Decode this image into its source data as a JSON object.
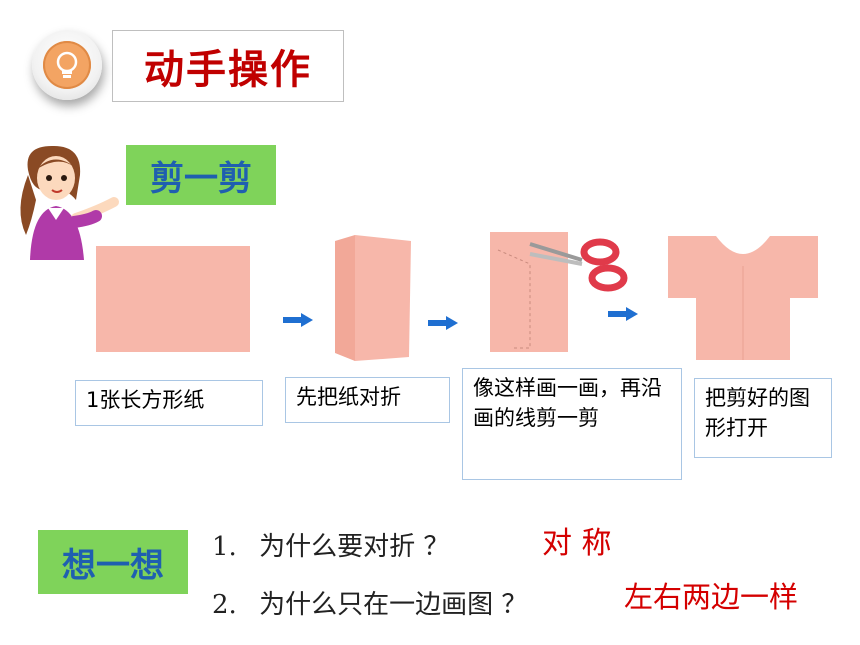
{
  "header": {
    "title": "动手操作",
    "icon": "lightbulb-icon"
  },
  "section1": {
    "label": "剪一剪"
  },
  "steps": [
    {
      "text": "1张长方形纸"
    },
    {
      "text": "先把纸对折"
    },
    {
      "text": "像这样画一画，再沿画的线剪一剪"
    },
    {
      "text": "把剪好的图形打开"
    }
  ],
  "section2": {
    "label": "想一想"
  },
  "questions": [
    {
      "number": "1.",
      "text": "为什么要对折 ？",
      "answer": "对 称"
    },
    {
      "number": "2.",
      "text": "为什么只在一边画图 ？",
      "answer": "左右两边一样"
    }
  ],
  "colors": {
    "paper": "#f7b7aa",
    "arrow": "#1f6fd1",
    "label_bg": "#7fd35a",
    "label_text": "#1f5fb0",
    "answer": "#d40000",
    "title": "#c00000"
  }
}
